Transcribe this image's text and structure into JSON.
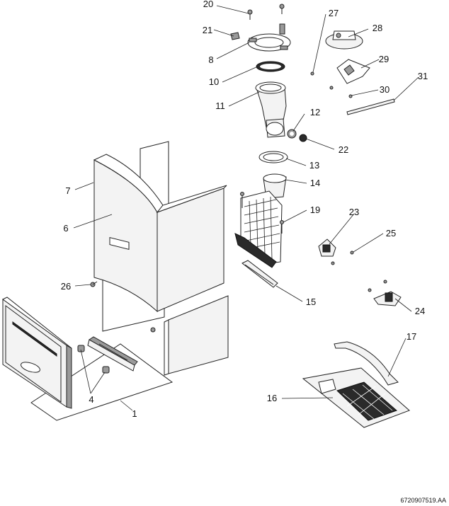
{
  "diagram": {
    "document_id": "6720907519.AA",
    "callouts": {
      "c1": "1",
      "c4": "4",
      "c6": "6",
      "c7": "7",
      "c8": "8",
      "c10": "10",
      "c11": "11",
      "c12": "12",
      "c13": "13",
      "c14": "14",
      "c15": "15",
      "c16": "16",
      "c17": "17",
      "c19": "19",
      "c20": "20",
      "c21": "21",
      "c22": "22",
      "c23": "23",
      "c24": "24",
      "c25": "25",
      "c26": "26",
      "c27": "27",
      "c28": "28",
      "c29": "29",
      "c30": "30",
      "c31": "31"
    }
  }
}
